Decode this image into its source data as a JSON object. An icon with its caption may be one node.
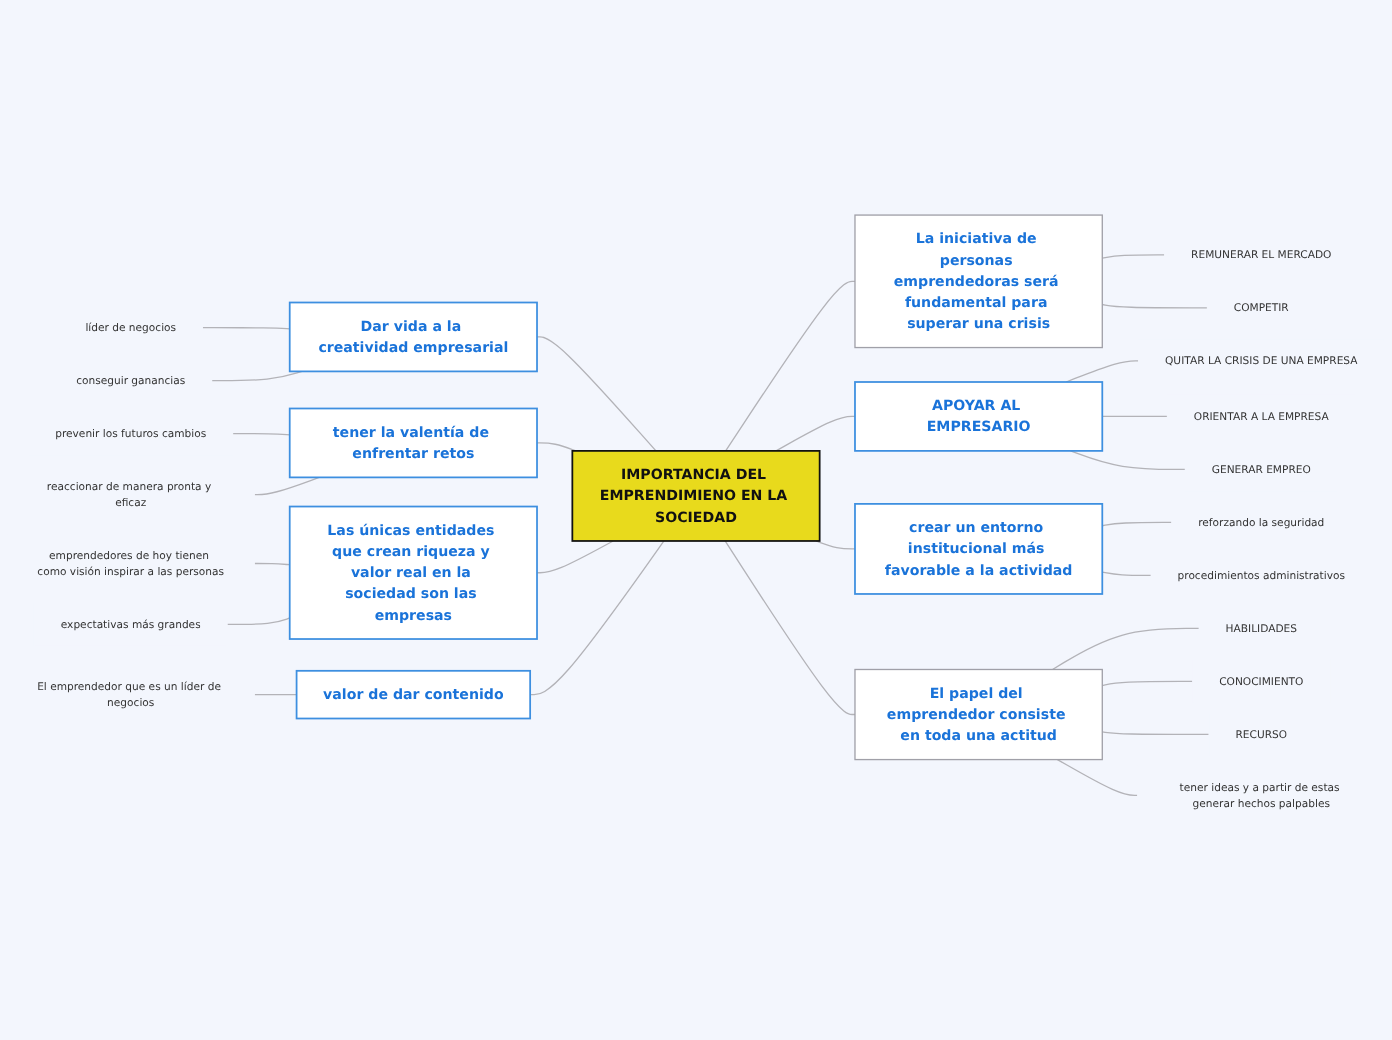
{
  "diagram": {
    "nodes": [
      {
        "text": [
          "IMPORTANCIA DEL EMPRENDIMIENO EN LA SOCIEDAD"
        ]
      },
      {
        "text": [
          "Dar vida a la creatividad empresarial"
        ]
      },
      {
        "text": [
          "líder de negocios"
        ]
      },
      {
        "text": [
          "conseguir ganancias"
        ]
      },
      {
        "text": [
          "tener la valentía de enfrentar retos"
        ]
      },
      {
        "text": [
          "prevenir los futuros cambios"
        ]
      },
      {
        "text": [
          "reaccionar de manera pronta y eficaz"
        ]
      },
      {
        "text": [
          "Las únicas entidades que crean riqueza y valor real en la sociedad son las empresas"
        ]
      },
      {
        "text": [
          "emprendedores de hoy tienen como visión inspirar a las personas"
        ]
      },
      {
        "text": [
          "expectativas más grandes"
        ]
      },
      {
        "text": [
          "valor de dar contenido"
        ]
      },
      {
        "text": [
          "El emprendedor que es un líder de negocios"
        ]
      },
      {
        "text": [
          "La iniciativa de personas emprendedoras será fundamental para superar una crisis"
        ]
      },
      {
        "text": [
          "REMUNERAR EL MERCADO"
        ]
      },
      {
        "text": [
          "COMPETIR"
        ]
      },
      {
        "text": [
          "APOYAR AL EMPRESARIO"
        ]
      },
      {
        "text": [
          "QUITAR LA CRISIS DE UNA EMPRESA"
        ]
      },
      {
        "text": [
          "ORIENTAR A LA EMPRESA"
        ]
      },
      {
        "text": [
          "GENERAR EMPREO"
        ]
      },
      {
        "text": [
          "crear un entorno institucional más favorable a la actividad"
        ]
      },
      {
        "text": [
          "reforzando la seguridad"
        ]
      },
      {
        "text": [
          "procedimientos administrativos"
        ]
      },
      {
        "text": [
          "El papel del emprendedor consiste en toda una actitud"
        ]
      },
      {
        "text": [
          "HABILIDADES"
        ]
      },
      {
        "text": [
          "CONOCIMIENTO"
        ]
      },
      {
        "text": [
          "RECURSO"
        ]
      },
      {
        "text": [
          "tener ideas y a partir de estas generar hechos palpables"
        ]
      }
    ],
    "edges": [
      {
        "from": 2,
        "to": 1,
        "arrow": "none"
      },
      {
        "from": 3,
        "to": 1,
        "arrow": "none"
      },
      {
        "from": 1,
        "to": 0,
        "arrow": "none"
      },
      {
        "from": 5,
        "to": 4,
        "arrow": "none"
      },
      {
        "from": 6,
        "to": 4,
        "arrow": "none"
      },
      {
        "from": 4,
        "to": 0,
        "arrow": "none"
      },
      {
        "from": 8,
        "to": 7,
        "arrow": "none"
      },
      {
        "from": 9,
        "to": 7,
        "arrow": "none"
      },
      {
        "from": 7,
        "to": 0,
        "arrow": "none"
      },
      {
        "from": 11,
        "to": 10,
        "arrow": "none"
      },
      {
        "from": 10,
        "to": 0,
        "arrow": "none"
      },
      {
        "from": 0,
        "to": 12,
        "arrow": "none"
      },
      {
        "from": 12,
        "to": 13,
        "arrow": "none"
      },
      {
        "from": 12,
        "to": 14,
        "arrow": "none"
      },
      {
        "from": 0,
        "to": 15,
        "arrow": "none"
      },
      {
        "from": 15,
        "to": 16,
        "arrow": "none"
      },
      {
        "from": 15,
        "to": 17,
        "arrow": "none"
      },
      {
        "from": 15,
        "to": 18,
        "arrow": "none"
      },
      {
        "from": 0,
        "to": 19,
        "arrow": "none"
      },
      {
        "from": 19,
        "to": 20,
        "arrow": "none"
      },
      {
        "from": 19,
        "to": 21,
        "arrow": "none"
      },
      {
        "from": 0,
        "to": 22,
        "arrow": "none"
      },
      {
        "from": 22,
        "to": 23,
        "arrow": "none"
      },
      {
        "from": 22,
        "to": 24,
        "arrow": "none"
      },
      {
        "from": 22,
        "to": 25,
        "arrow": "none"
      },
      {
        "from": 22,
        "to": 26,
        "arrow": "none"
      }
    ]
  }
}
